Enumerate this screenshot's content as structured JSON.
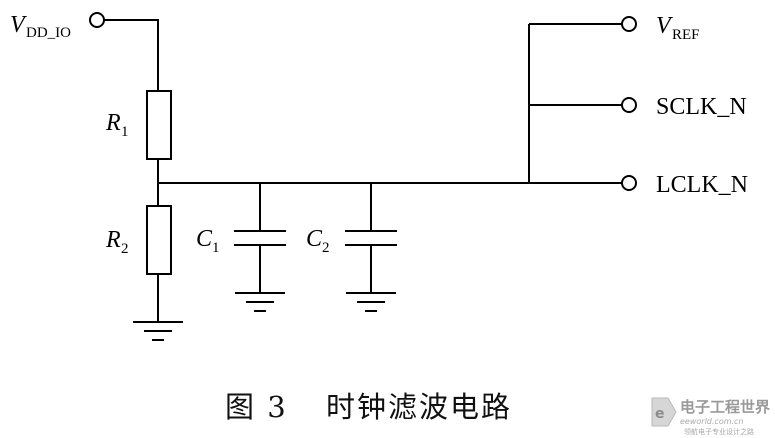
{
  "terminals": {
    "vdd": {
      "symbol": "V",
      "subscript": "DD_IO"
    },
    "vref": {
      "symbol": "V",
      "subscript": "REF"
    },
    "sclk": {
      "label": "SCLK_N"
    },
    "lclk": {
      "label": "LCLK_N"
    }
  },
  "components": {
    "r1": {
      "symbol": "R",
      "subscript": "1"
    },
    "r2": {
      "symbol": "R",
      "subscript": "2"
    },
    "c1": {
      "symbol": "C",
      "subscript": "1"
    },
    "c2": {
      "symbol": "C",
      "subscript": "2"
    }
  },
  "caption": {
    "figure": "图 3",
    "title": "时钟滤波电路"
  },
  "watermark": {
    "name": "电子工程世界",
    "url": "eeworld.com.cn",
    "tagline": "领航电子专业设计之路"
  }
}
